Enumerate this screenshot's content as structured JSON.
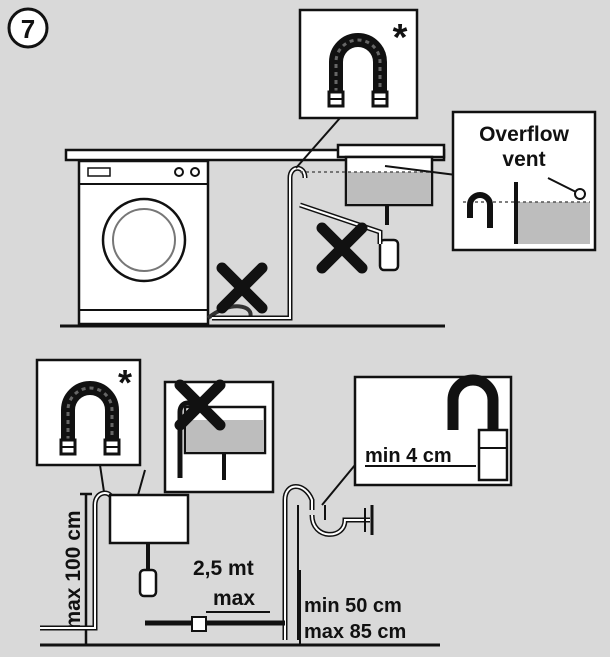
{
  "step_number": "7",
  "labels": {
    "overflow_vent_line1": "Overflow",
    "overflow_vent_line2": "vent",
    "star": "*",
    "min_4cm": "min 4 cm",
    "max_100cm": "max 100 cm",
    "distance_line1": "2,5 mt",
    "distance_line2": "max",
    "min_50cm": "min 50 cm",
    "max_85cm": "max 85 cm"
  },
  "icons": {
    "hose_hook": "u-shaped-hose-guide-icon",
    "forbidden": "x-mark-icon"
  },
  "colors": {
    "background": "#d9d9d9",
    "line": "#111111",
    "panel": "#ffffff",
    "water": "#bdbdbd"
  }
}
